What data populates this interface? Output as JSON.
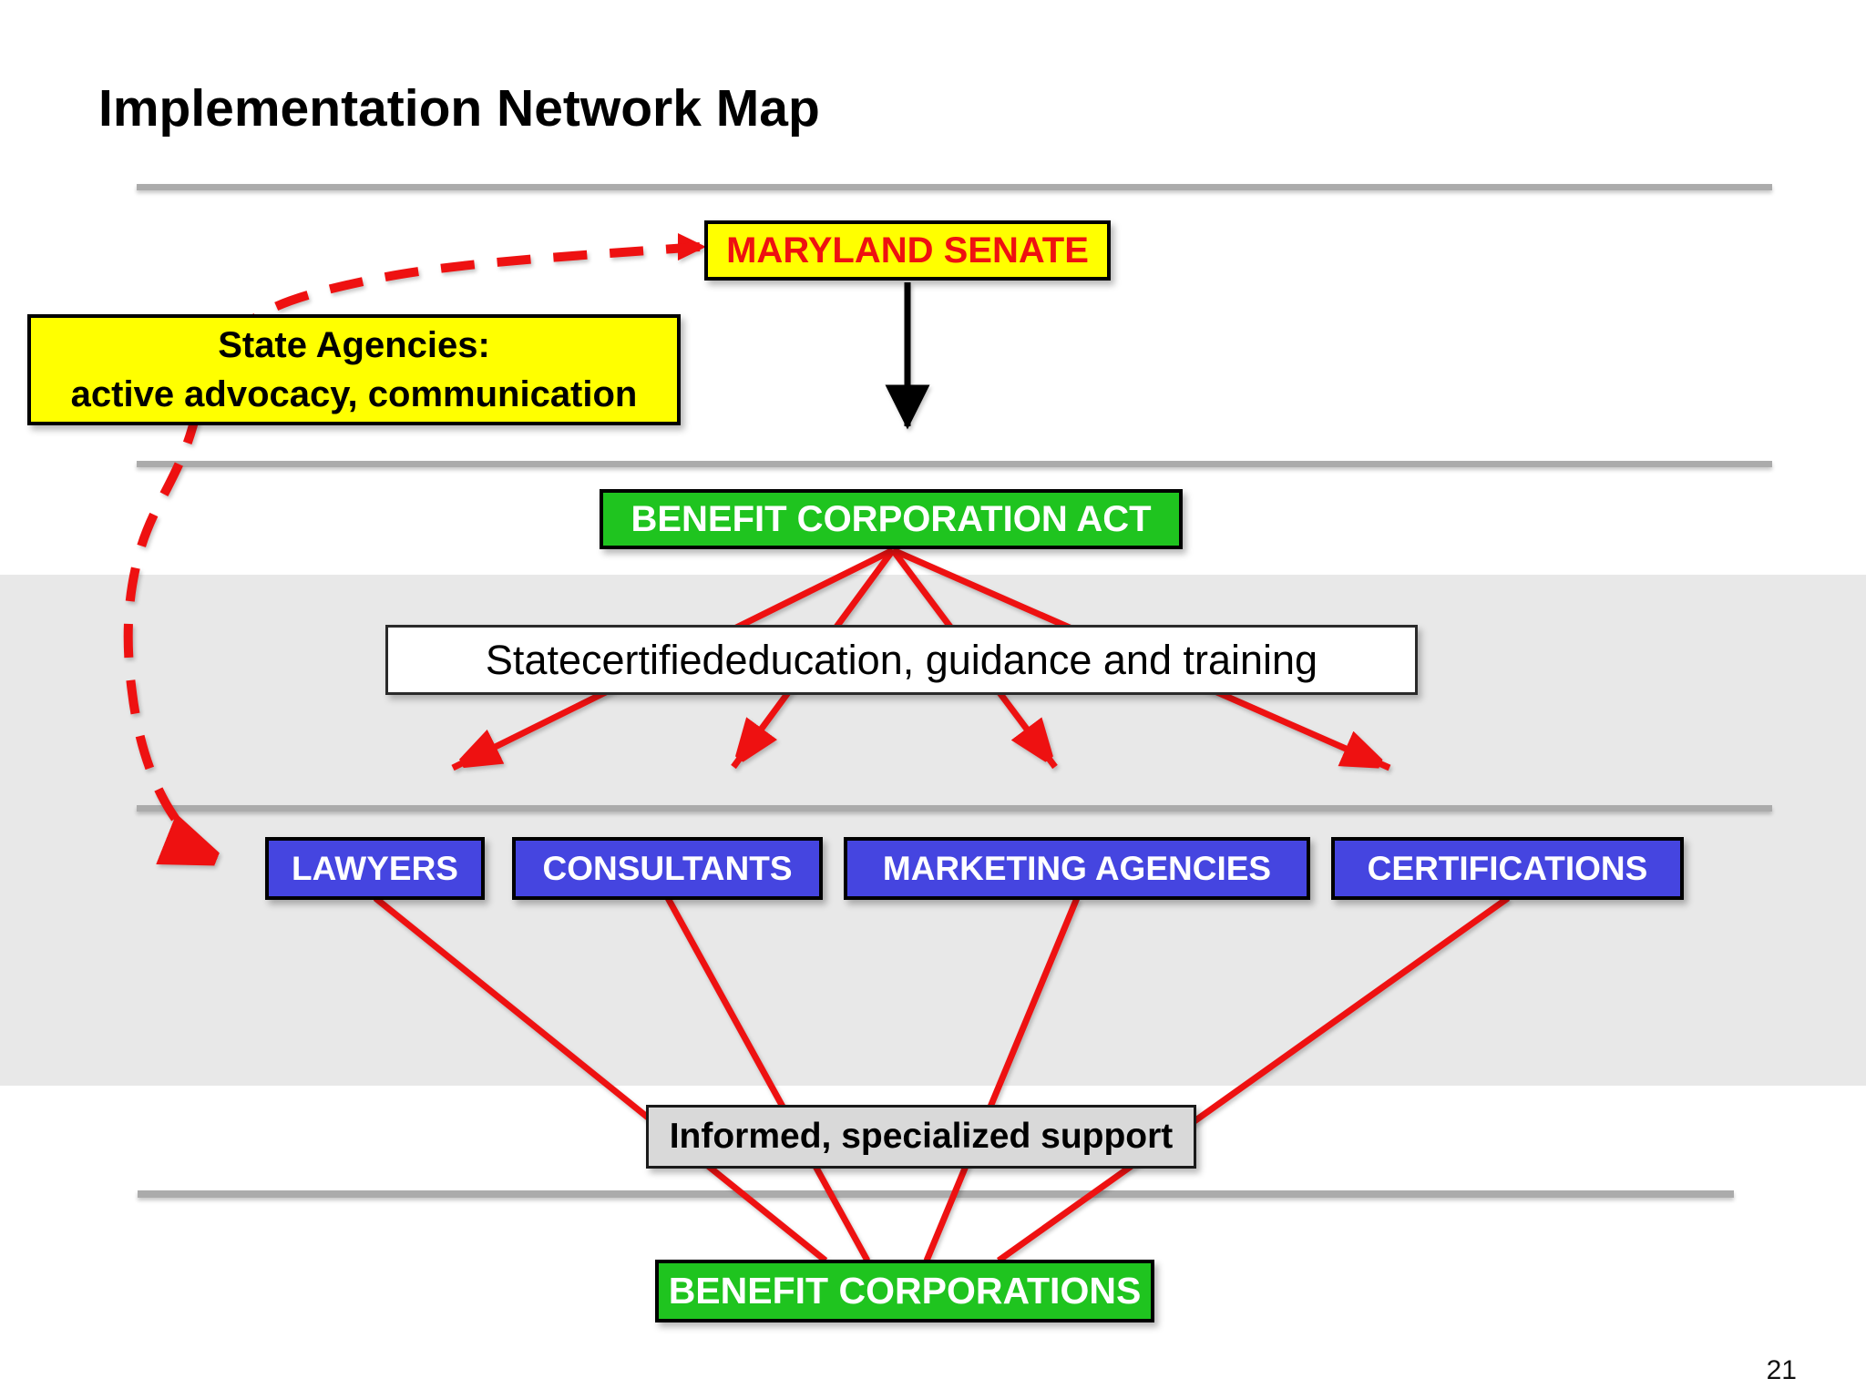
{
  "slide": {
    "title": "Implementation Network Map",
    "page_number": "21"
  },
  "colors": {
    "yellow": "#FFFF00",
    "green": "#1FC41F",
    "blue": "#4545E0",
    "red": "#EE1111",
    "band_gray": "#E8E8E8",
    "box_gray": "#D9D9D9",
    "line_gray": "#ABABAB"
  },
  "nodes": {
    "maryland_senate": "MARYLAND SENATE",
    "state_agencies_line1": "State Agencies:",
    "state_agencies_line2": "active advocacy, communication",
    "benefit_corporation_act": "BENEFIT CORPORATION ACT",
    "education_note": "Statecertifiededucation, guidance and training",
    "lawyers": "LAWYERS",
    "consultants": "CONSULTANTS",
    "marketing_agencies": "MARKETING AGENCIES",
    "certifications": "CERTIFICATIONS",
    "informed_support": "Informed, specialized support",
    "benefit_corporations": "BENEFIT CORPORATIONS"
  },
  "edges": [
    {
      "from": "maryland_senate",
      "to": "benefit_corporation_act",
      "style": "solid-black-arrow"
    },
    {
      "from": "state_agencies",
      "to": "maryland_senate",
      "style": "dashed-red-arrow"
    },
    {
      "from": "state_agencies",
      "to": "lawyers",
      "style": "dashed-red-arrow"
    },
    {
      "from": "benefit_corporation_act",
      "to": "lawyers",
      "style": "solid-red-arrow"
    },
    {
      "from": "benefit_corporation_act",
      "to": "consultants",
      "style": "solid-red-arrow"
    },
    {
      "from": "benefit_corporation_act",
      "to": "marketing_agencies",
      "style": "solid-red-arrow"
    },
    {
      "from": "benefit_corporation_act",
      "to": "certifications",
      "style": "solid-red-arrow"
    },
    {
      "from": "lawyers",
      "to": "benefit_corporations",
      "style": "solid-red-line"
    },
    {
      "from": "consultants",
      "to": "benefit_corporations",
      "style": "solid-red-line"
    },
    {
      "from": "marketing_agencies",
      "to": "benefit_corporations",
      "style": "solid-red-line"
    },
    {
      "from": "certifications",
      "to": "benefit_corporations",
      "style": "solid-red-line"
    }
  ]
}
